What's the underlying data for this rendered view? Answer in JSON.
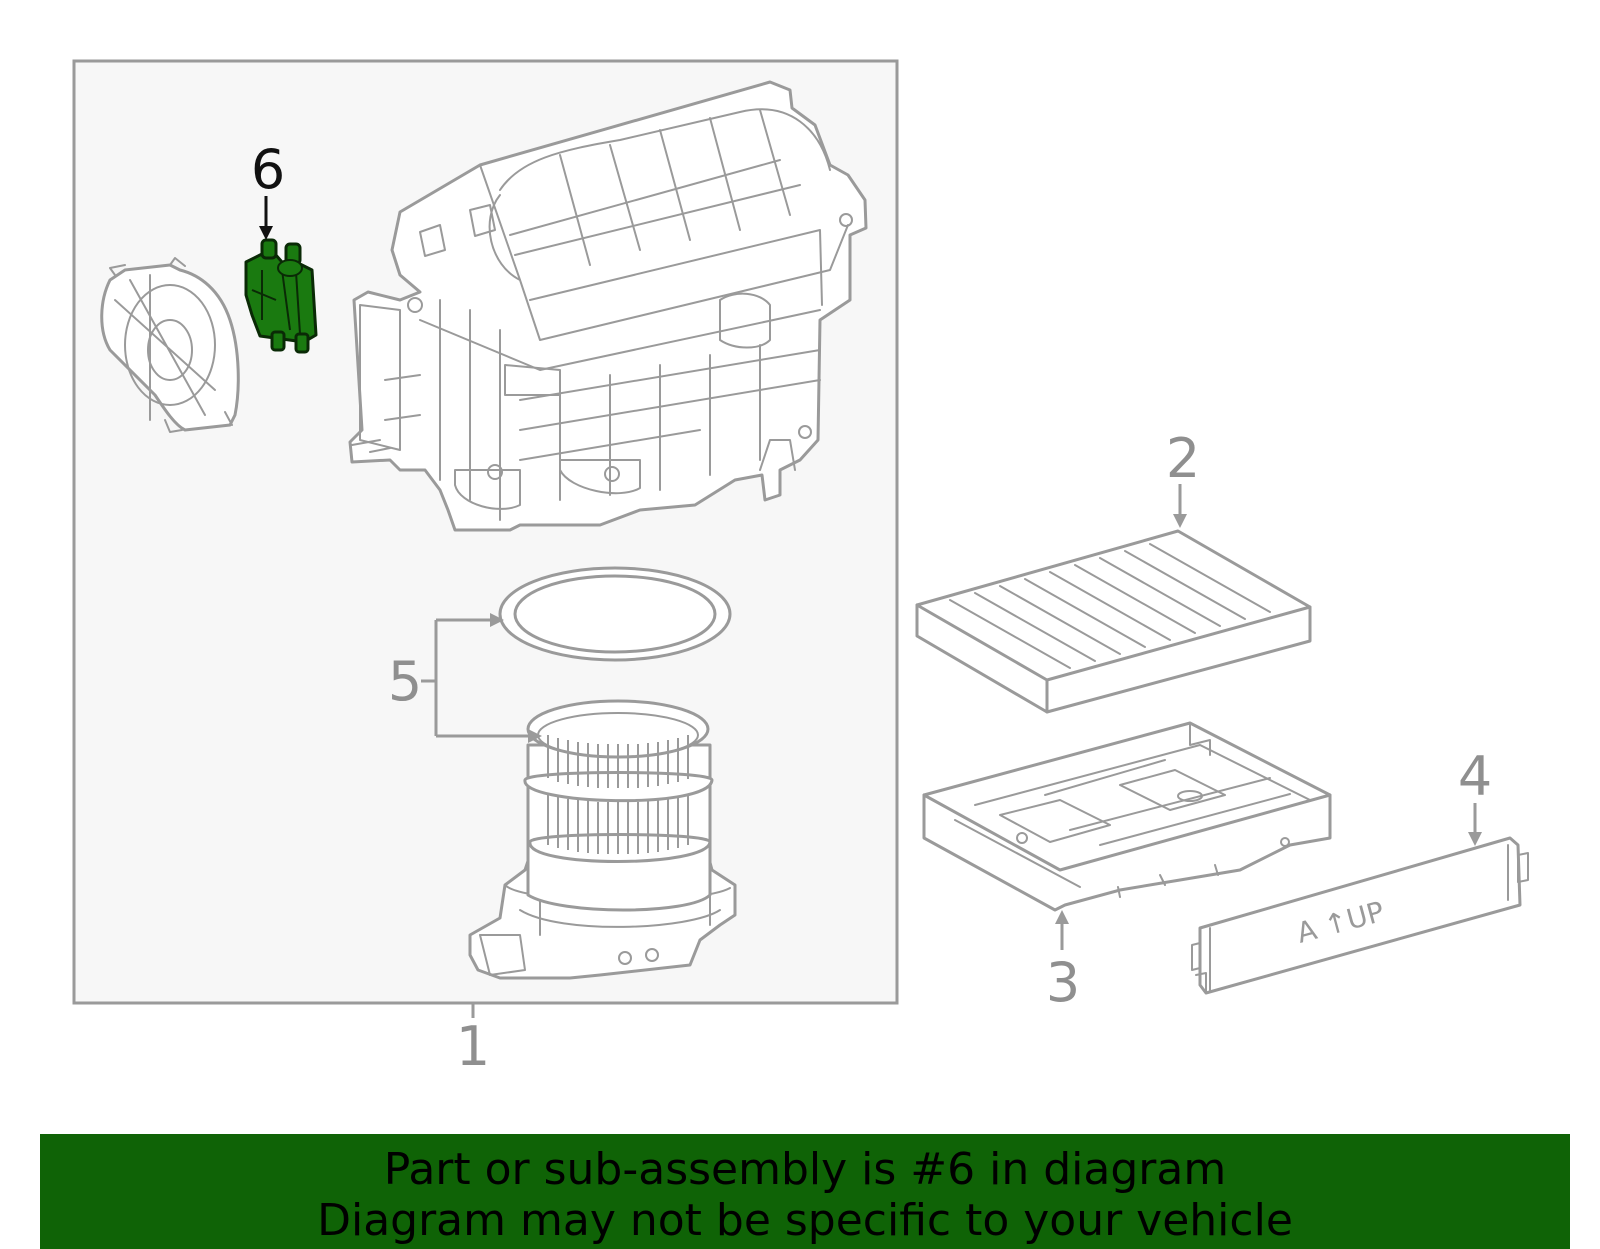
{
  "callouts": {
    "c1": "1",
    "c2": "2",
    "c3": "3",
    "c4": "4",
    "c5": "5",
    "c6": "6"
  },
  "filter_label": "A ↑UP",
  "banner": {
    "line1": "Part or sub-assembly is #6 in diagram",
    "line2": "Diagram may not be specific to your vehicle"
  },
  "colors": {
    "highlight_part": "#1a7a10",
    "banner_background": "#0f6306",
    "line_art": "#9a9a9a",
    "assembly_box_fill": "#f7f7f7"
  }
}
